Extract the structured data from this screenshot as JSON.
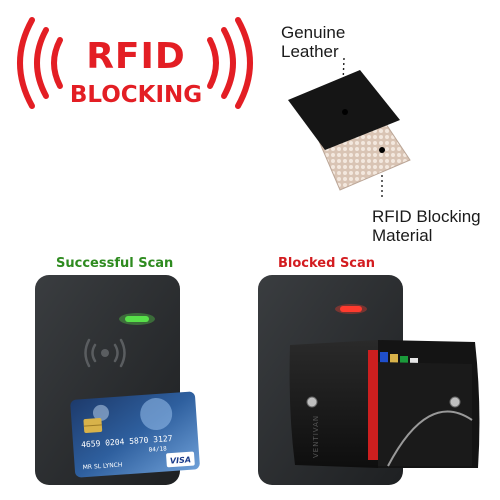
{
  "badge": {
    "line1": "RFID",
    "line2": "BLOCKING",
    "color": "#e31e24"
  },
  "materials": {
    "top_label": "Genuine Leather",
    "top_label_lines": [
      "Genuine",
      "Leather"
    ],
    "bottom_label": "RFID Blocking Material",
    "bottom_label_lines": [
      "RFID Blocking",
      "Material"
    ]
  },
  "scans": {
    "success_caption": "Successful Scan",
    "success_color": "#2e8b1f",
    "blocked_caption": "Blocked Scan",
    "blocked_color": "#d31c20"
  },
  "card": {
    "number": "4659 0204 5870 3127",
    "expiry": "04/18",
    "holder": "MR SL LYNCH",
    "brand": "VISA"
  },
  "wallet": {
    "brand_text": "VENTIVAN"
  },
  "icons": [
    "signal-waves-icon",
    "contactless-icon",
    "led-indicator-icon"
  ]
}
